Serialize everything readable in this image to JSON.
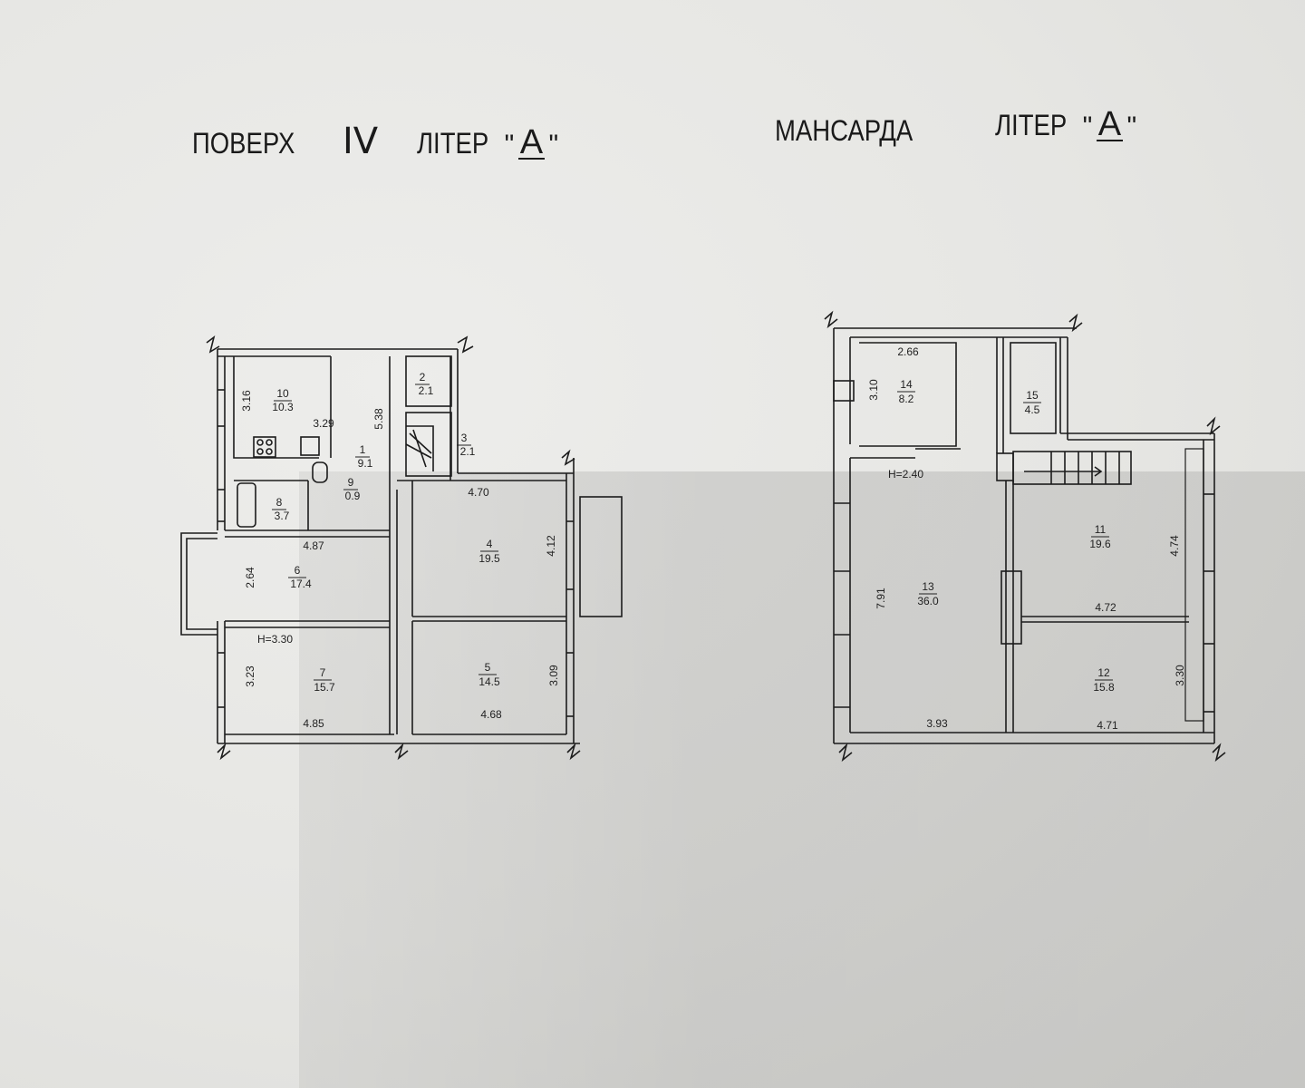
{
  "left_title": {
    "floor_word": "ПОВЕРХ",
    "floor_number": "IV",
    "letter_word": "ЛІТЕР",
    "letter": "А"
  },
  "right_title": {
    "floor_word": "МАНСАРДА",
    "letter_word": "ЛІТЕР",
    "letter": "А"
  },
  "quote": "\"",
  "floor4": {
    "height": "H=3.30",
    "rooms": [
      {
        "num": "10",
        "area": "10.3"
      },
      {
        "num": "2",
        "area": "2.1"
      },
      {
        "num": "3",
        "area": "2.1"
      },
      {
        "num": "1",
        "area": "9.1"
      },
      {
        "num": "9",
        "area": "0.9"
      },
      {
        "num": "8",
        "area": "3.7"
      },
      {
        "num": "4",
        "area": "19.5"
      },
      {
        "num": "6",
        "area": "17.4"
      },
      {
        "num": "7",
        "area": "15.7"
      },
      {
        "num": "5",
        "area": "14.5"
      }
    ],
    "dims": [
      "3.16",
      "3.29",
      "5.38",
      "4.70",
      "4.12",
      "4.87",
      "2.64",
      "3.23",
      "4.85",
      "4.68",
      "3.09"
    ]
  },
  "attic": {
    "height": "H=2.40",
    "rooms": [
      {
        "num": "14",
        "area": "8.2"
      },
      {
        "num": "15",
        "area": "4.5"
      },
      {
        "num": "11",
        "area": "19.6"
      },
      {
        "num": "13",
        "area": "36.0"
      },
      {
        "num": "12",
        "area": "15.8"
      }
    ],
    "dims": [
      "2.66",
      "3.10",
      "4.74",
      "4.72",
      "7.91",
      "3.30",
      "3.93",
      "4.71"
    ]
  }
}
